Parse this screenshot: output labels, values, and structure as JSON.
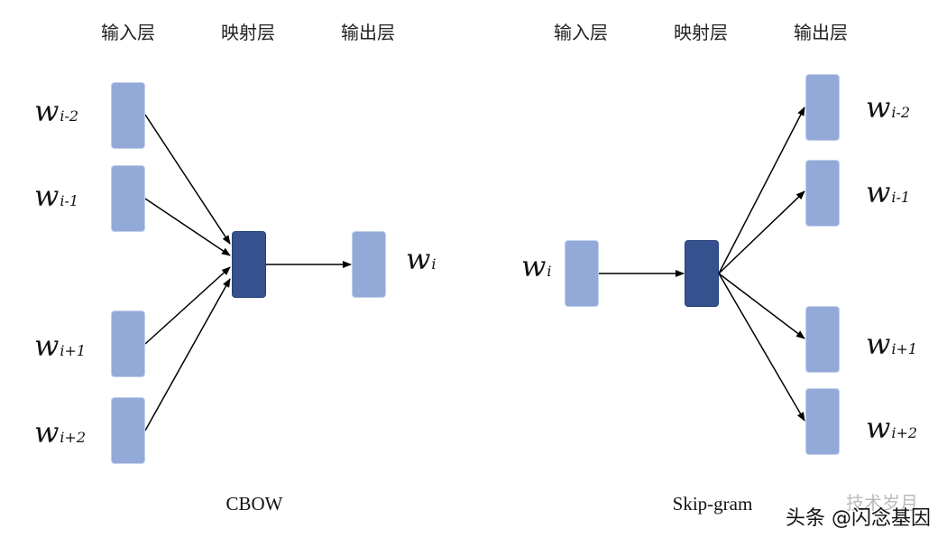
{
  "cbow": {
    "headers": {
      "input": "输入层",
      "projection": "映射层",
      "output": "输出层"
    },
    "inputs": [
      {
        "w": "w",
        "sub": "i-2"
      },
      {
        "w": "w",
        "sub": "i-1"
      },
      {
        "w": "w",
        "sub": "i+1"
      },
      {
        "w": "w",
        "sub": "i+2"
      }
    ],
    "output": {
      "w": "w",
      "sub": "i"
    },
    "caption": "CBOW"
  },
  "skipgram": {
    "headers": {
      "input": "输入层",
      "projection": "映射层",
      "output": "输出层"
    },
    "input": {
      "w": "w",
      "sub": "i"
    },
    "outputs": [
      {
        "w": "w",
        "sub": "i-2"
      },
      {
        "w": "w",
        "sub": "i-1"
      },
      {
        "w": "w",
        "sub": "i+1"
      },
      {
        "w": "w",
        "sub": "i+2"
      }
    ],
    "caption": "Skip-gram"
  },
  "watermark": {
    "main": "头条 @闪念基因",
    "ghost": "技术岁月"
  },
  "colors": {
    "vector": "#93a9d8",
    "projection": "#35528f",
    "arrow": "#000000"
  }
}
